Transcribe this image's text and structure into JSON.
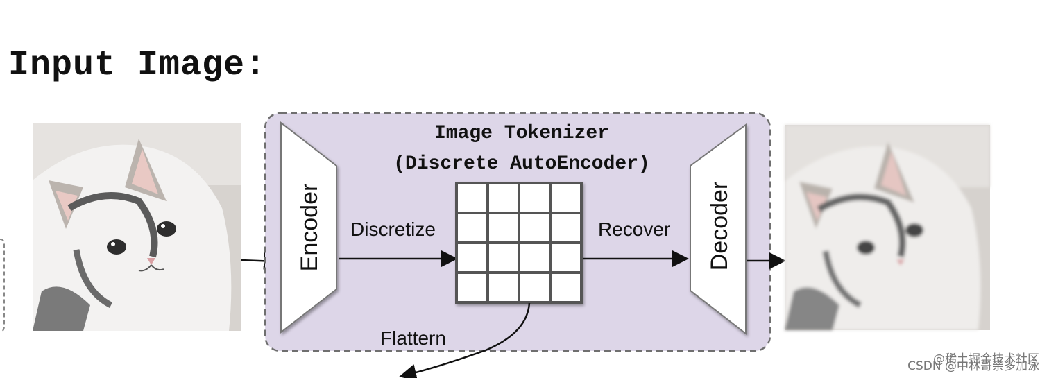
{
  "heading": "Input Image:",
  "tokenizer": {
    "title_line1": "Image Tokenizer",
    "title_line2": "(Discrete AutoEncoder)"
  },
  "encoder_label": "Encoder",
  "decoder_label": "Decoder",
  "discretize_label": "Discretize",
  "recover_label": "Recover",
  "flatten_label": "Flattern",
  "watermark": {
    "line1": "@稀土掘金技术社区",
    "line2": "CSDN @中林哥亲多加泳"
  },
  "colors": {
    "tokenizer_bg": "#ddd6e8",
    "tokenizer_border": "#6f6f6f",
    "trapezoid_fill": "#ffffff",
    "grid_fill": "#ffffff",
    "grid_line": "#555555"
  }
}
